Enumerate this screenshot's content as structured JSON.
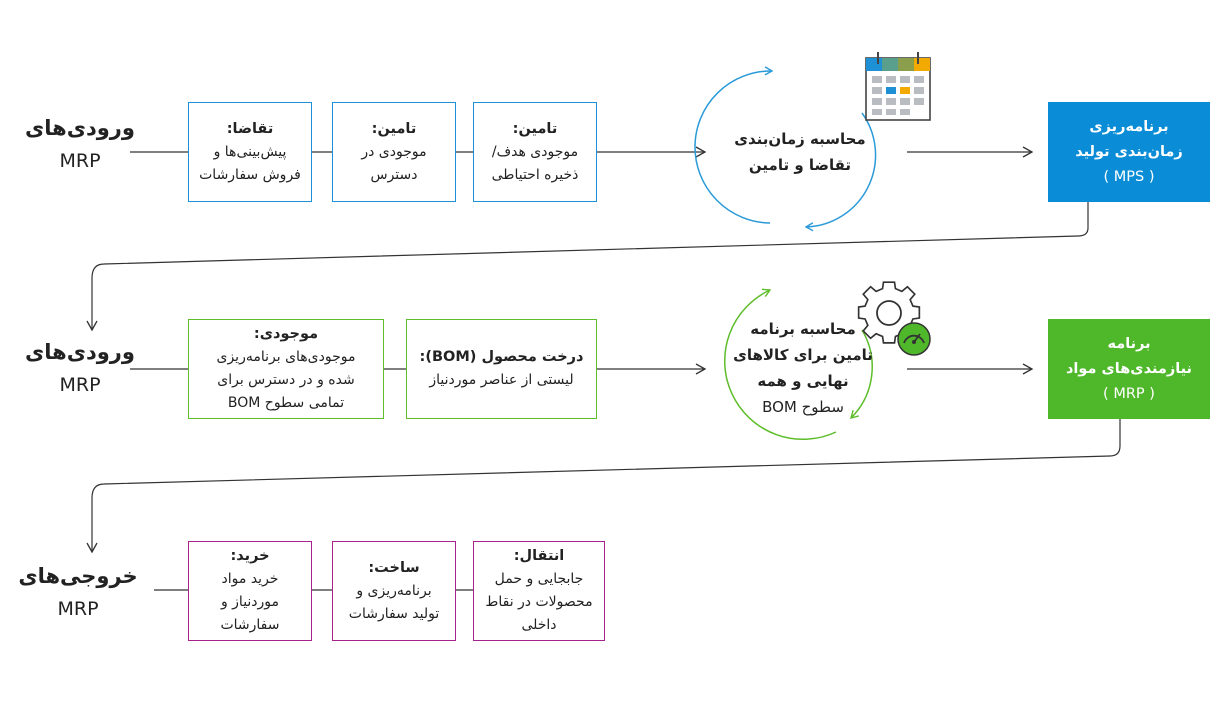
{
  "row1": {
    "label": {
      "title": "ورودی‌های",
      "sub": "MRP"
    },
    "boxes": [
      {
        "title": "تقاضا:",
        "lines": [
          "پیش‌بینی‌ها و",
          "فروش سفارشات"
        ]
      },
      {
        "title": "تامین:",
        "lines": [
          "موجودی در",
          "دسترس"
        ]
      },
      {
        "title": "تامین:",
        "lines": [
          "موجودی هدف/",
          "ذخیره احتیاطی"
        ]
      }
    ],
    "cycle": {
      "lines": [
        "محاسبه زمان‌بندی",
        "تقاضا و تامین"
      ],
      "icon": "calendar-icon"
    },
    "output": {
      "lines": [
        "برنامه‌ریزی",
        "زمان‌بندی تولید"
      ],
      "abbr": "( MPS )",
      "color": "#0a8dd6"
    }
  },
  "row2": {
    "label": {
      "title": "ورودی‌های",
      "sub": "MRP"
    },
    "boxes": [
      {
        "title": "موجودی:",
        "lines": [
          "موجودی‌های برنامه‌ریزی",
          "شده و در دسترس برای",
          "تمامی سطوح BOM"
        ]
      },
      {
        "title": "درخت محصول (BOM):",
        "lines": [
          "لیستی از عناصر موردنیاز"
        ]
      }
    ],
    "cycle": {
      "lines": [
        "محاسبه برنامه",
        "تامین برای کالاهای",
        "نهایی و همه"
      ],
      "last": "سطوح  BOM",
      "icon": "gear-icon",
      "icon2": "gauge-icon"
    },
    "output": {
      "lines": [
        "برنامه",
        "نیازمندی‌های مواد"
      ],
      "abbr": "( MRP )",
      "color": "#4fb82a"
    }
  },
  "row3": {
    "label": {
      "title": "خروجی‌های",
      "sub": "MRP"
    },
    "boxes": [
      {
        "title": "خرید:",
        "lines": [
          "خرید مواد",
          "موردنیاز و",
          "سفارشات"
        ]
      },
      {
        "title": "ساخت:",
        "lines": [
          "برنامه‌ریزی و",
          "تولید سفارشات"
        ]
      },
      {
        "title": "انتقال:",
        "lines": [
          "جابجایی و حمل",
          "محصولات در نقاط",
          "داخلی"
        ]
      }
    ]
  },
  "colors": {
    "blue": "#1e90d6",
    "green": "#5ebd2a",
    "purple": "#a6228f",
    "line": "#333333"
  }
}
